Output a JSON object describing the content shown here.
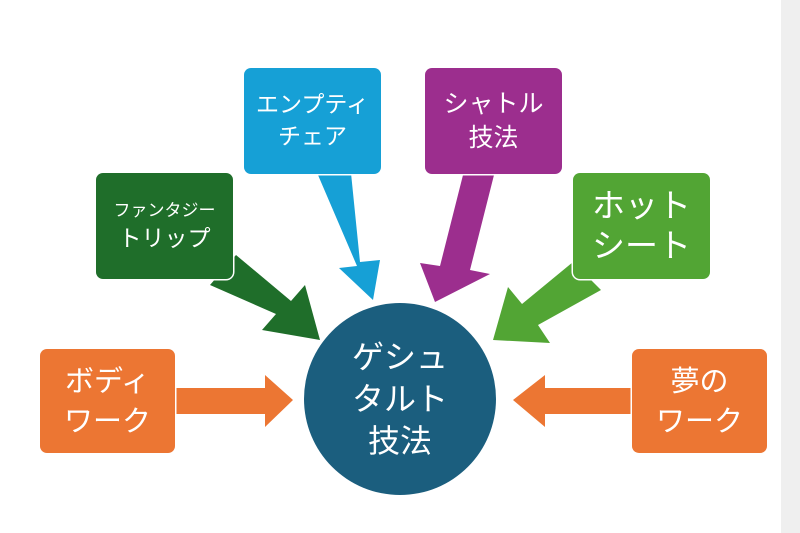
{
  "hub": {
    "lines": [
      "ゲシュ",
      "タルト",
      "技法"
    ],
    "color": "#1b5e7e"
  },
  "nodes": [
    {
      "id": "fantasy-trip",
      "lines": [
        "ファンタジー",
        "トリップ"
      ],
      "color": "#1f6e2a"
    },
    {
      "id": "empty-chair",
      "lines": [
        "エンプティ",
        "チェア"
      ],
      "color": "#16a0d6"
    },
    {
      "id": "shuttle",
      "lines": [
        "シャトル",
        "技法"
      ],
      "color": "#9c2e8e"
    },
    {
      "id": "hot-seat",
      "lines": [
        "ホット",
        "シート"
      ],
      "color": "#52a534"
    },
    {
      "id": "body-work",
      "lines": [
        "ボディ",
        "ワーク"
      ],
      "color": "#ec7633"
    },
    {
      "id": "dream-work",
      "lines": [
        "夢の",
        "ワーク"
      ],
      "color": "#ec7633"
    }
  ]
}
